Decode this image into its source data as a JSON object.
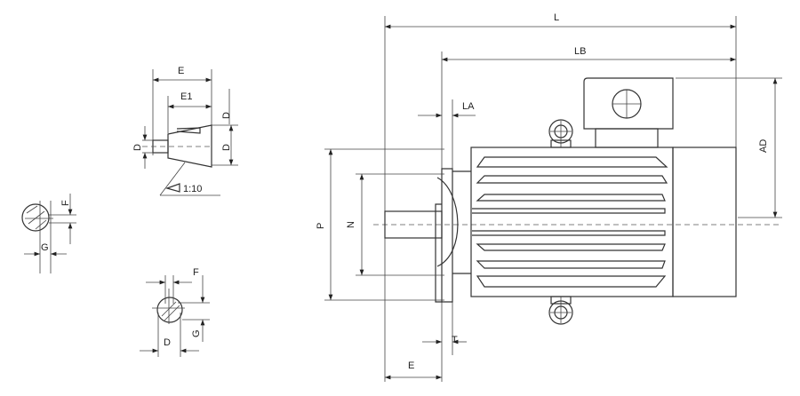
{
  "title": "Motor dimension drawing",
  "labels": {
    "L": "L",
    "LB": "LB",
    "LA": "LA",
    "AD": "AD",
    "P": "P",
    "N": "N",
    "T": "T",
    "E_main": "E",
    "E_detail": "E",
    "E1": "E1",
    "D_upper": "D",
    "D_right": "D",
    "D_left": "D",
    "taper": "1:10",
    "F_left": "F",
    "G_left": "G",
    "F_bottom": "F",
    "G_bottom": "G",
    "D_bottom": "D"
  }
}
